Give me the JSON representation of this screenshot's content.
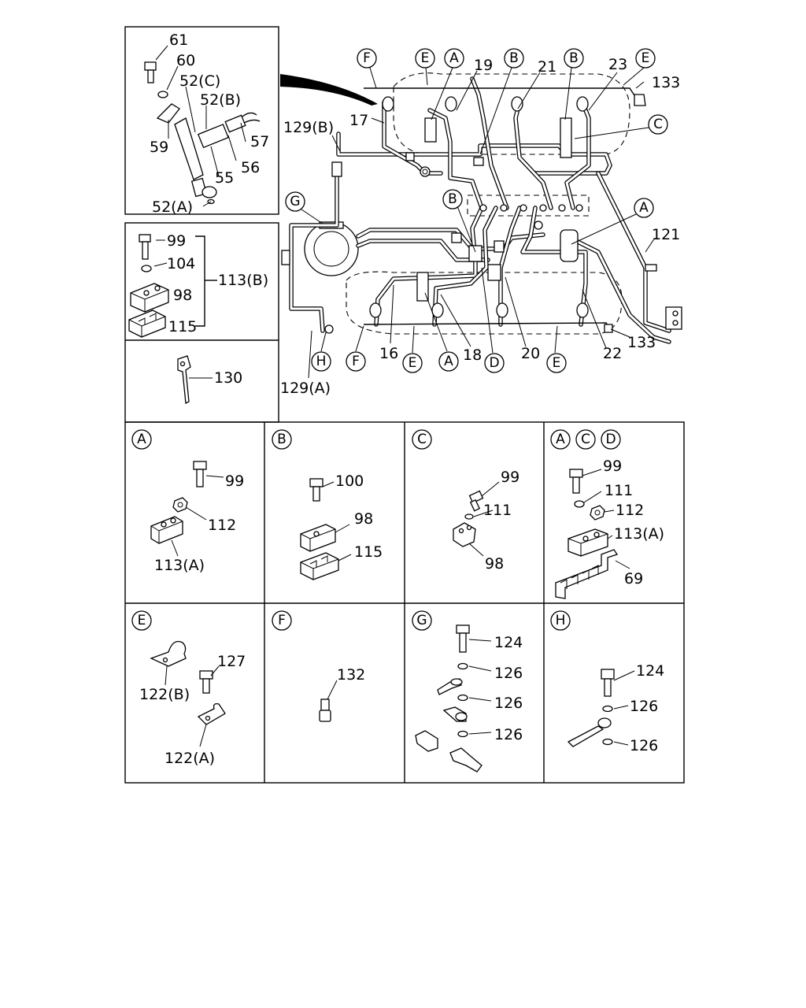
{
  "injector_detail": {
    "labels": [
      "61",
      "60",
      "52(C)",
      "52(B)",
      "59",
      "57",
      "56",
      "55",
      "52(A)"
    ]
  },
  "main_diagram": {
    "callouts": {
      "top": [
        "19",
        "21",
        "23",
        "133",
        "17",
        "129(B)",
        "121"
      ],
      "bottom": [
        "16",
        "18",
        "20",
        "22",
        "133",
        "129(A)"
      ]
    },
    "circled_refs": {
      "top": [
        "F",
        "E",
        "A",
        "B",
        "B",
        "E",
        "C"
      ],
      "middle": [
        "G",
        "B",
        "A"
      ],
      "bottom": [
        "H",
        "F",
        "E",
        "A",
        "D",
        "E"
      ]
    }
  },
  "kit_113b": {
    "group_label": "113(B)",
    "items": [
      "99",
      "104",
      "98",
      "115"
    ]
  },
  "bracket_130": {
    "label": "130"
  },
  "detail_boxes": [
    {
      "title": "A",
      "labels": [
        "99",
        "112",
        "113(A)"
      ]
    },
    {
      "title": "B",
      "labels": [
        "100",
        "98",
        "115"
      ]
    },
    {
      "title": "C",
      "labels": [
        "99",
        "111",
        "98"
      ]
    },
    {
      "title": [
        "A",
        "C",
        "D"
      ],
      "labels": [
        "99",
        "111",
        "112",
        "113(A)",
        "69"
      ]
    },
    {
      "title": "E",
      "labels": [
        "127",
        "122(B)",
        "122(A)"
      ]
    },
    {
      "title": "F",
      "labels": [
        "132"
      ]
    },
    {
      "title": "G",
      "labels": [
        "124",
        "126",
        "126",
        "126"
      ]
    },
    {
      "title": "H",
      "labels": [
        "124",
        "126",
        "126"
      ]
    }
  ]
}
